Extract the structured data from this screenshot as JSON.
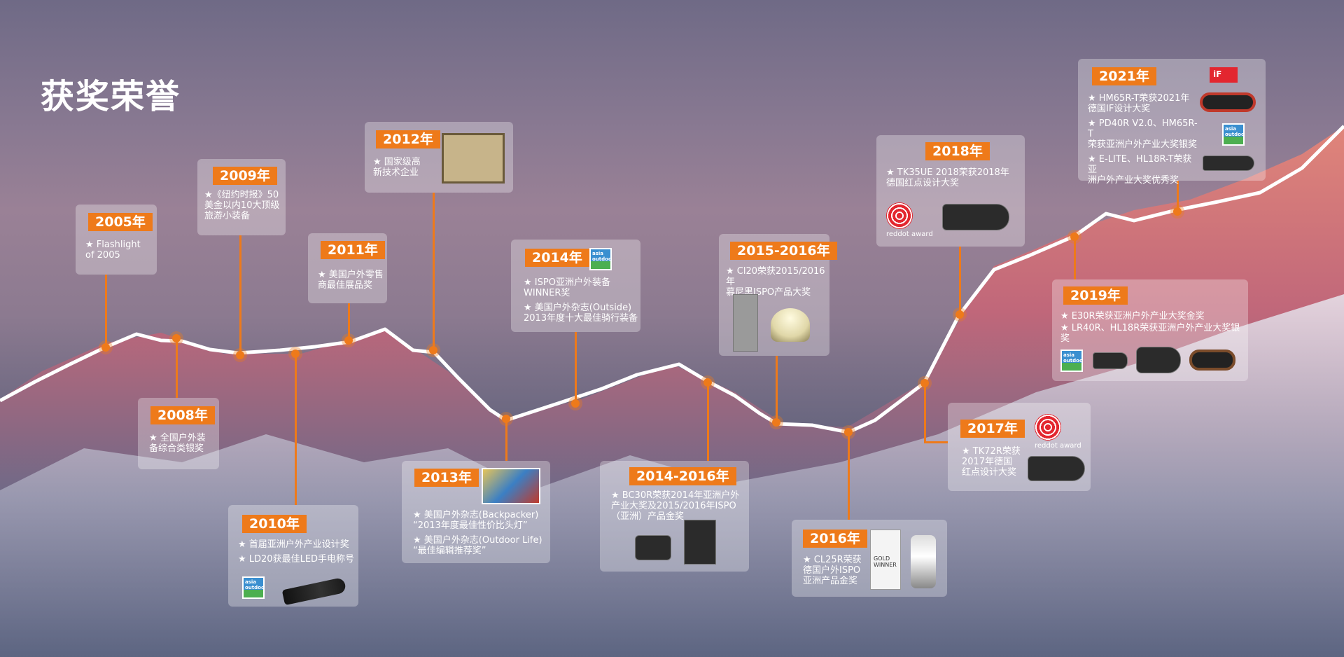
{
  "page": {
    "title": "获奖荣誉"
  },
  "milestones": [
    {
      "id": "2005",
      "year": "2005年",
      "items": [
        "★ Flashlight\nof 2005"
      ]
    },
    {
      "id": "2008",
      "year": "2008年",
      "items": [
        "★ 全国户外装\n备综合类银奖"
      ]
    },
    {
      "id": "2009",
      "year": "2009年",
      "items": [
        "★《纽约时报》50\n美金以内10大顶级\n旅游小装备"
      ]
    },
    {
      "id": "2010",
      "year": "2010年",
      "items": [
        "★ 首届亚洲户外产业设计奖",
        "★ LD20获最佳LED手电称号"
      ]
    },
    {
      "id": "2011",
      "year": "2011年",
      "items": [
        "★ 美国户外零售\n商最佳展品奖"
      ]
    },
    {
      "id": "2012",
      "year": "2012年",
      "items": [
        "★ 国家级高\n新技术企业"
      ]
    },
    {
      "id": "2013",
      "year": "2013年",
      "items": [
        "★ 美国户外杂志(Backpacker)\n“2013年度最佳性价比头灯”",
        "★ 美国户外杂志(Outdoor Life)\n“最佳编辑推荐奖”"
      ]
    },
    {
      "id": "2014",
      "year": "2014年",
      "items": [
        "★ ISPO亚洲户外装备\nWINNER奖",
        "★ 美国户外杂志(Outside)\n2013年度十大最佳骑行装备"
      ]
    },
    {
      "id": "2014-2016",
      "year": "2014-2016年",
      "items": [
        "★ BC30R荣获2014年亚洲户外\n产业大奖及2015/2016年ISPO\n（亚洲）产品金奖"
      ]
    },
    {
      "id": "2015-2016",
      "year": "2015-2016年",
      "items": [
        "★ Cl20荣获2015/2016年\n慕尼黑ISPO产品大奖"
      ]
    },
    {
      "id": "2016",
      "year": "2016年",
      "items": [
        "★ CL25R荣获\n德国户外ISPO\n亚洲产品金奖"
      ]
    },
    {
      "id": "2017",
      "year": "2017年",
      "items": [
        "★ TK72R荣获\n2017年德国\n红点设计大奖"
      ]
    },
    {
      "id": "2018",
      "year": "2018年",
      "items": [
        "★ TK35UE 2018荣获2018年\n德国红点设计大奖"
      ]
    },
    {
      "id": "2019",
      "year": "2019年",
      "items": [
        "★ E30R荣获亚洲户外产业大奖金奖",
        "★ LR40R、HL18R荣获亚洲户外产业大奖银奖"
      ]
    },
    {
      "id": "2021",
      "year": "2021年",
      "items": [
        "★ HM65R-T荣获2021年\n德国IF设计大奖",
        "★ PD40R V2.0、HM65R-T\n荣获亚洲户外产业大奖银奖",
        "★ E-LITE、HL18R-T荣获亚\n洲户外产业大奖优秀奖"
      ]
    }
  ],
  "badges": {
    "asia_outdoor": "asia\noutdoor",
    "reddot": "reddot award",
    "if_award": "iF",
    "gold_winner": "GOLD\nWINNER"
  },
  "colors": {
    "accent": "#ee7a1a",
    "ridge": "#ffffff",
    "card": "rgba(255,255,255,0.30)"
  }
}
